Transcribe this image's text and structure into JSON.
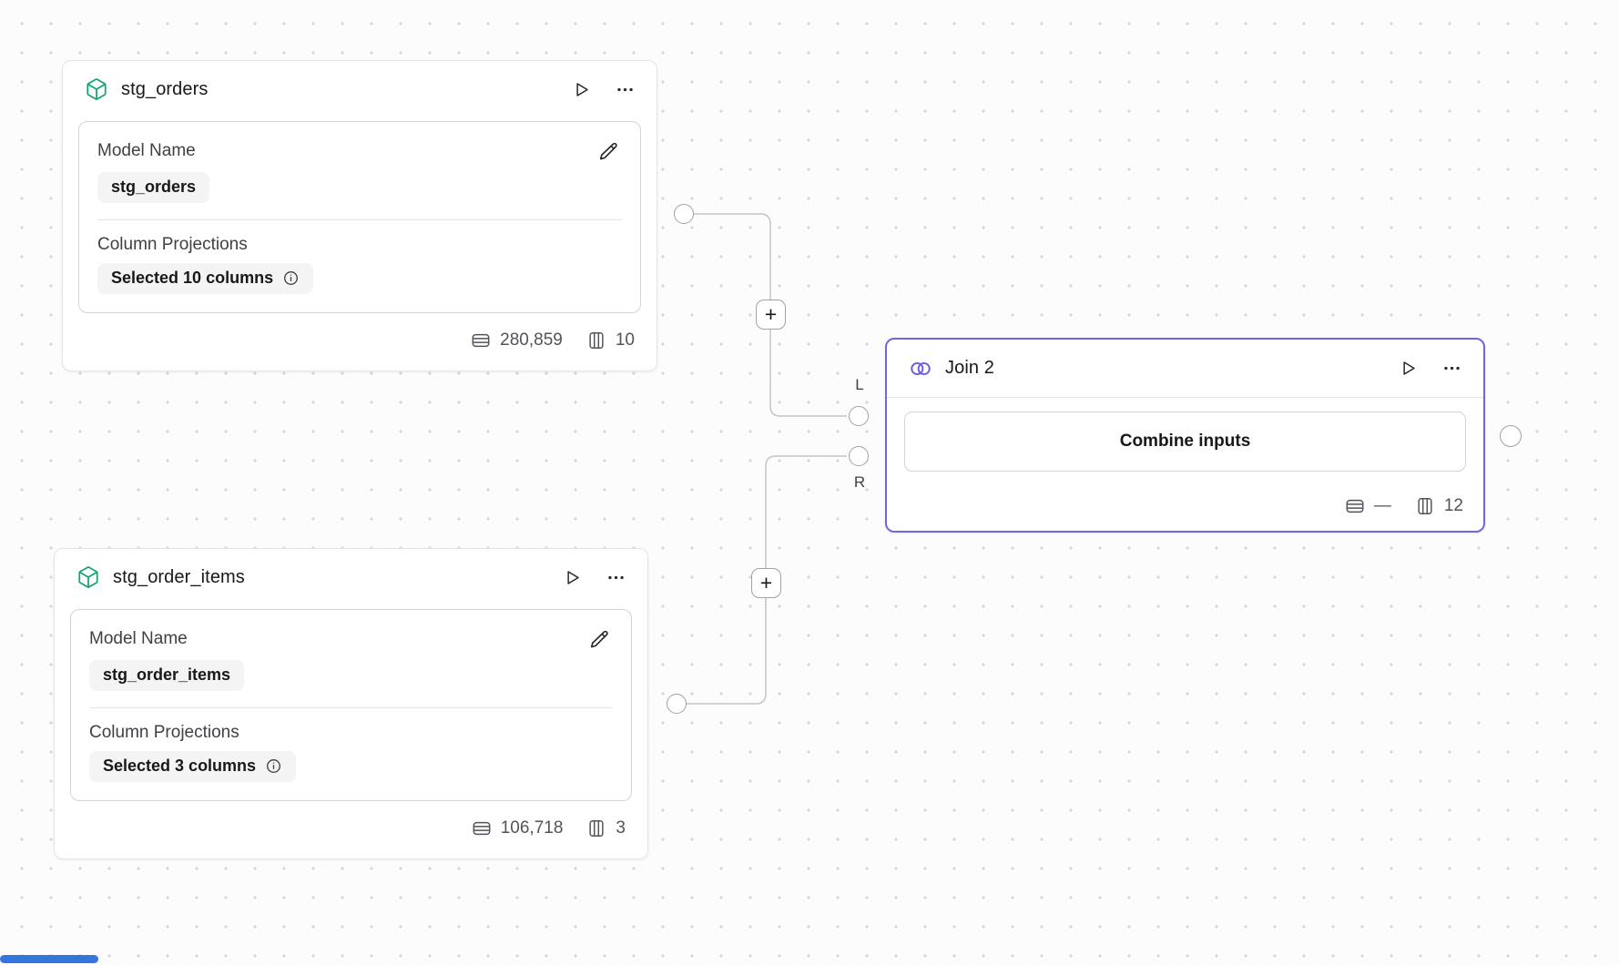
{
  "colors": {
    "join_accent": "#7066e0",
    "model_icon_green": "#12a374",
    "edge_gray": "#c4c4c9",
    "scrollbar_blue": "#3575e0"
  },
  "icons": {
    "model": "cube-icon",
    "join": "overlapping-circles-icon",
    "run": "play-icon",
    "menu": "ellipsis-icon",
    "edit": "pencil-icon",
    "info": "info-icon",
    "rows": "table-rows-icon",
    "columns": "table-columns-icon"
  },
  "edges": {
    "add_button_label": "+"
  },
  "nodes": {
    "stg_orders": {
      "title": "stg_orders",
      "model_name_label": "Model Name",
      "model_name_value": "stg_orders",
      "projections_label": "Column Projections",
      "projections_value": "Selected 10 columns",
      "row_count": "280,859",
      "column_count": "10"
    },
    "stg_order_items": {
      "title": "stg_order_items",
      "model_name_label": "Model Name",
      "model_name_value": "stg_order_items",
      "projections_label": "Column Projections",
      "projections_value": "Selected 3 columns",
      "row_count": "106,718",
      "column_count": "3"
    },
    "join2": {
      "title": "Join 2",
      "body_label": "Combine inputs",
      "row_count": "—",
      "column_count": "12",
      "left_port_label": "L",
      "right_port_label": "R"
    }
  }
}
